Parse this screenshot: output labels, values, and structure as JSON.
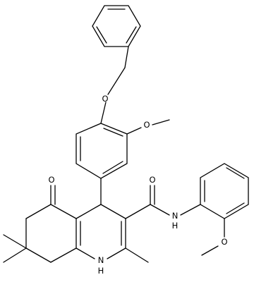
{
  "molecule": {
    "atom_labels": {
      "o_benzyl_ether": "O",
      "o_methoxy_top": "O",
      "o_ketone": "O",
      "o_amide": "O",
      "n_amide": "N",
      "h_amide": "H",
      "n_ring": "N",
      "h_ring": "H",
      "o_methoxy_right": "O"
    }
  }
}
